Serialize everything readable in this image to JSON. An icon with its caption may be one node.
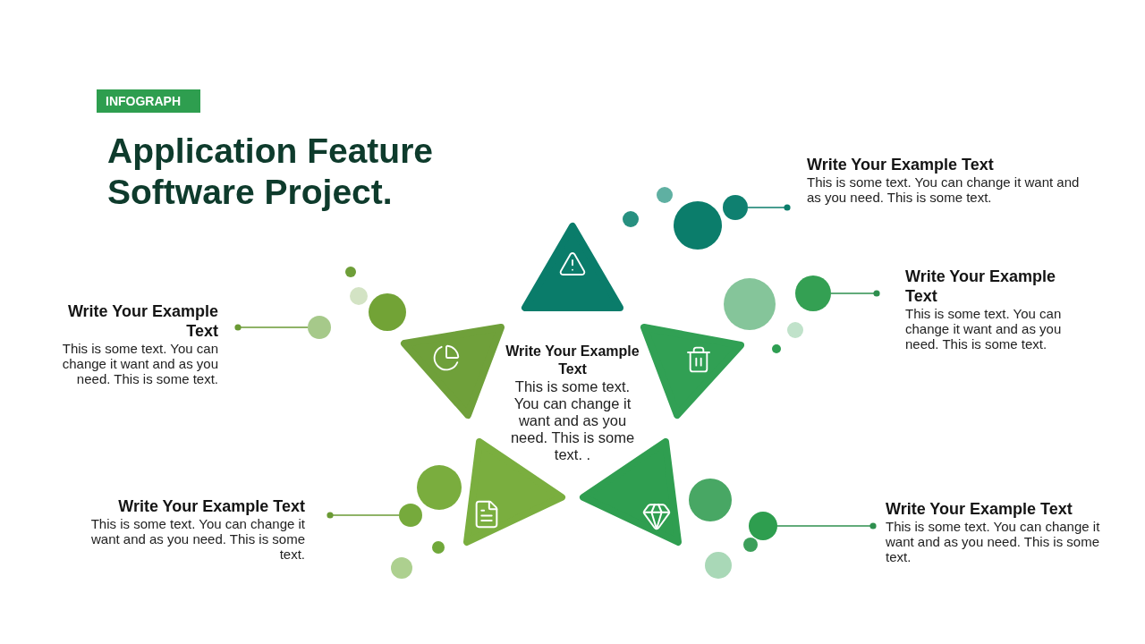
{
  "diagram": {
    "title": "Application Feature Software Project.",
    "nodes": [
      {
        "text": [
          "INFOGRAPH"
        ]
      },
      {
        "text": [
          "Write Your Example Text",
          "This is some text. You can change it want and as you need. This is some text."
        ]
      },
      {
        "text": [
          "Write Your Example Text",
          "This is some text. You can change it want and as you need. This is some text."
        ]
      },
      {
        "text": [
          "Write Your Example Text",
          "This is some text. You can change it want and as you need. This is some text."
        ]
      },
      {
        "text": [
          "Write Your Example Text",
          "This is some text. You can change it want and as you need. This is some text. ."
        ]
      },
      {
        "text": [
          "Write Your Example Text",
          "This is some text. You can change it want and as you need. This is some text."
        ]
      },
      {
        "text": [
          "Write Your Example Text",
          "This is some text. You can change it want and as you need. This is some text."
        ]
      },
      {
        "text": [],
        "shape": "triangle"
      },
      {
        "text": [],
        "shape": "triangle"
      },
      {
        "text": [],
        "shape": "triangle"
      },
      {
        "text": [],
        "shape": "triangle"
      },
      {
        "text": [],
        "shape": "triangle"
      },
      {
        "text": [],
        "shape": "circle"
      },
      {
        "text": [],
        "shape": "circle"
      },
      {
        "text": [],
        "shape": "circle"
      },
      {
        "text": [],
        "shape": "circle"
      },
      {
        "text": [],
        "shape": "circle"
      }
    ],
    "edges": [
      {
        "from": 1,
        "to": 12,
        "arrow": "other",
        "color": "#0b7d6b"
      },
      {
        "from": 2,
        "to": 13,
        "arrow": "other"
      },
      {
        "from": 3,
        "to": 14,
        "arrow": "other",
        "color": "#6a9a34"
      },
      {
        "from": 5,
        "to": 15,
        "arrow": "other",
        "color": "#6a9a34"
      },
      {
        "from": 6,
        "to": 16,
        "arrow": "other"
      }
    ]
  }
}
